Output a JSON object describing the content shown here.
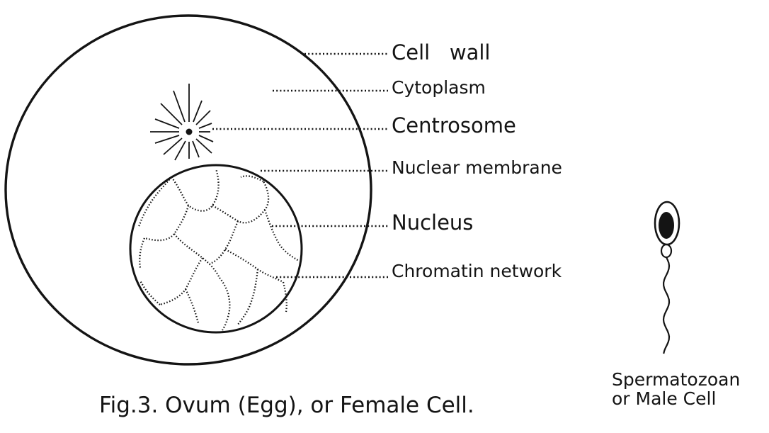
{
  "labels": {
    "cell_wall": "Cell   wall",
    "cytoplasm": "Cytoplasm",
    "centrosome": "Centrosome",
    "nuclear_membrane": "Nuclear membrane",
    "nucleus": "Nucleus",
    "chromatin_network": "Chromatin network"
  },
  "captions": {
    "ovum": "Fig.3. Ovum (Egg), or Female Cell.",
    "sperm_line1": "Spermatozoan",
    "sperm_line2": "or Male Cell"
  },
  "colors": {
    "ink": "#141414",
    "paper": "#ffffff"
  }
}
